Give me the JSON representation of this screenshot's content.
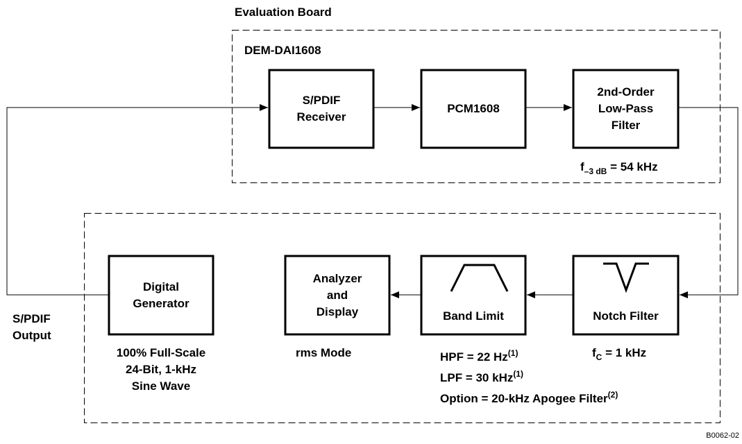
{
  "colors": {
    "line": "#000000",
    "background": "#ffffff"
  },
  "evaluation_board": {
    "title": "Evaluation Board",
    "board_name": "DEM-DAI1608"
  },
  "blocks": {
    "spdif_receiver": {
      "line1": "S/PDIF",
      "line2": "Receiver"
    },
    "pcm1608": {
      "label": "PCM1608"
    },
    "lowpass_filter": {
      "line1": "2nd-Order",
      "line2": "Low-Pass",
      "line3": "Filter"
    },
    "digital_generator": {
      "line1": "Digital",
      "line2": "Generator"
    },
    "analyzer": {
      "line1": "Analyzer",
      "line2": "and",
      "line3": "Display"
    },
    "band_limit": {
      "label": "Band Limit"
    },
    "notch_filter": {
      "label": "Notch Filter"
    }
  },
  "annotations": {
    "f3db": {
      "prefix": "f",
      "subscript": "–3 dB",
      "suffix": " = 54 kHz"
    },
    "spdif_output": {
      "line1": "S/PDIF",
      "line2": "Output"
    },
    "generator_spec": {
      "line1": "100% Full-Scale",
      "line2": "24-Bit, 1-kHz",
      "line3": "Sine Wave"
    },
    "analyzer_mode": "rms Mode",
    "band_limit_spec": {
      "hpf": "HPF = 22 Hz",
      "hpf_note": "(1)",
      "lpf": "LPF = 30 kHz",
      "lpf_note": "(1)",
      "option": "Option = 20-kHz Apogee Filter",
      "option_note": "(2)"
    },
    "notch_spec": {
      "prefix": "f",
      "subscript": "C",
      "suffix": " = 1 kHz"
    }
  },
  "figure_id": "B0062-02"
}
